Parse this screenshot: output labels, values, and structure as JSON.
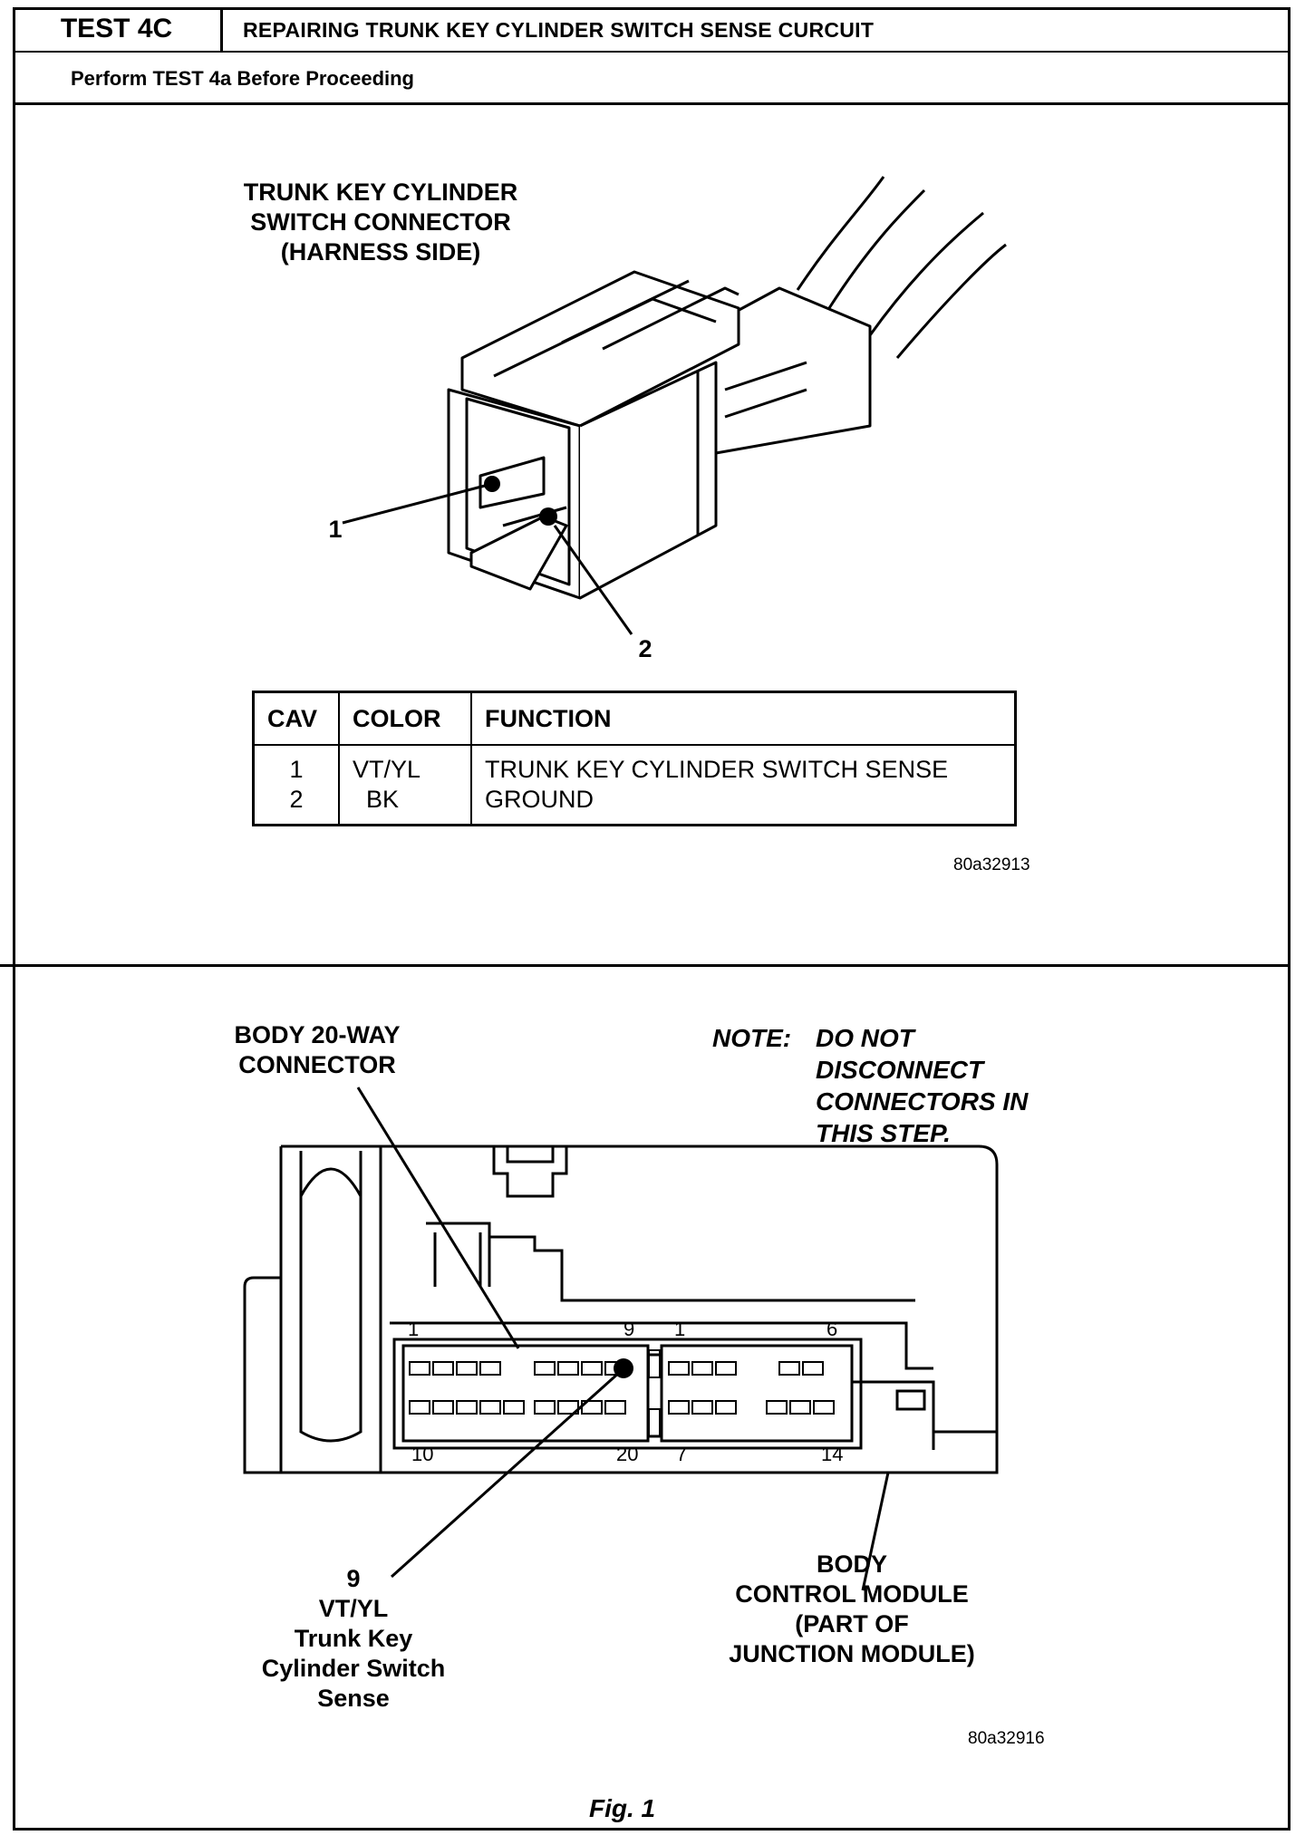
{
  "header": {
    "test_id": "TEST 4C",
    "title": "REPAIRING TRUNK KEY CYLINDER SWITCH SENSE CURCUIT",
    "prerequisite": "Perform TEST 4a Before Proceeding"
  },
  "panel1": {
    "connector_label": "TRUNK KEY CYLINDER\nSWITCH CONNECTOR\n(HARNESS SIDE)",
    "callout_1": "1",
    "callout_2": "2",
    "table": {
      "headers": [
        "CAV",
        "COLOR",
        "FUNCTION"
      ],
      "cav": "1\n2",
      "color": "VT/YL\n  BK",
      "function": "TRUNK KEY CYLINDER SWITCH SENSE\nGROUND"
    },
    "figure_code": "80a32913"
  },
  "panel2": {
    "connector_label": "BODY 20-WAY\nCONNECTOR",
    "note": "NOTE:  DO NOT\n           DISCONNECT\n           CONNECTORS IN\n           THIS STEP.",
    "note_head": "NOTE:",
    "note_body": "DO NOT\nDISCONNECT\nCONNECTORS IN\nTHIS STEP.",
    "pin_labels": {
      "top_left_1": "1",
      "top_9": "9",
      "top_right_1": "1",
      "top_6": "6",
      "bottom_10": "10",
      "bottom_20": "20",
      "bottom_7": "7",
      "bottom_14": "14"
    },
    "pin_callout": "9\nVT/YL\nTrunk Key\nCylinder Switch\nSense",
    "module_label": "BODY\nCONTROL MODULE\n(PART OF\nJUNCTION MODULE)",
    "figure_code": "80a32916"
  },
  "caption": "Fig. 1"
}
